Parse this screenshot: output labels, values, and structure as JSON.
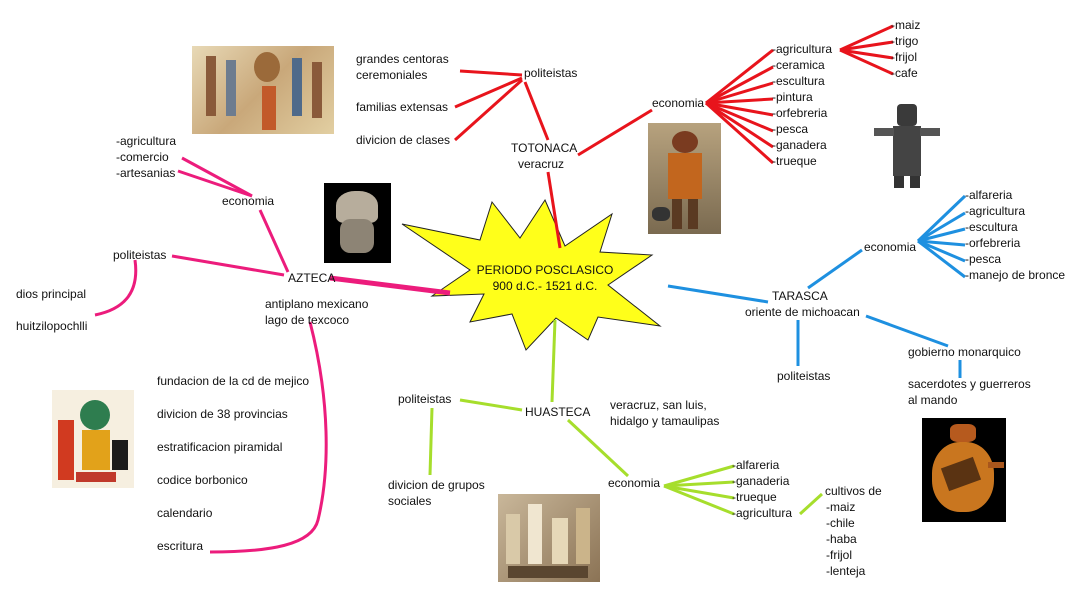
{
  "center": {
    "title": "PERIODO POSCLASICO",
    "dates": "900 d.C.- 1521 d.C."
  },
  "colors": {
    "star": "#ffff1a",
    "totonaca": "#e8141c",
    "azteca": "#ec1c7c",
    "tarasca": "#1e90e0",
    "huasteca": "#a6de2c"
  },
  "totonaca": {
    "name": "TOTONACA",
    "place": "veracruz",
    "politeistas": "politeistas",
    "social": [
      "grandes centoras",
      "ceremoniales",
      "familias extensas",
      "divicion de clases"
    ],
    "economia": "economia",
    "economy_items": [
      "-agricultura",
      "-ceramica",
      "-escultura",
      "-pintura",
      "-orfebreria",
      "-pesca",
      "-ganadera",
      "-trueque"
    ],
    "crops": [
      "-maiz",
      "-trigo",
      "-frijol",
      "-cafe"
    ]
  },
  "azteca": {
    "name": "AZTECA",
    "place": [
      "antiplano mexicano",
      "lago de texcoco"
    ],
    "economia": "economia",
    "economy_items": [
      "-agricultura",
      "-comercio",
      "-artesanias"
    ],
    "politeistas": "politeistas",
    "god": [
      "dios principal",
      "huitzilopochlli"
    ],
    "achievements": [
      "fundacion de la cd de mejico",
      "divicion de 38 provincias",
      "estratificacion piramidal",
      "codice borbonico",
      "calendario",
      "escritura"
    ]
  },
  "tarasca": {
    "name": "TARASCA",
    "place": "oriente de michoacan",
    "economia": "economia",
    "economy_items": [
      "-alfareria",
      "-agricultura",
      "-escultura",
      "-orfebreria",
      "-pesca",
      "-manejo de bronce"
    ],
    "politeistas": "politeistas",
    "government": "gobierno monarquico",
    "rulers": [
      "sacerdotes y guerreros",
      "al mando"
    ]
  },
  "huasteca": {
    "name": "HUASTECA",
    "place": [
      "veracruz, san luis,",
      "hidalgo y tamaulipas"
    ],
    "politeistas": "politeistas",
    "social": [
      "divicion de grupos",
      "sociales"
    ],
    "economia": "economia",
    "economy_items": [
      "-alfareria",
      "-ganaderia",
      "-trueque",
      "-agricultura"
    ],
    "crops_title": "cultivos de",
    "crops": [
      "-maiz",
      "-chile",
      "-haba",
      "-frijol",
      "-lenteja"
    ]
  }
}
